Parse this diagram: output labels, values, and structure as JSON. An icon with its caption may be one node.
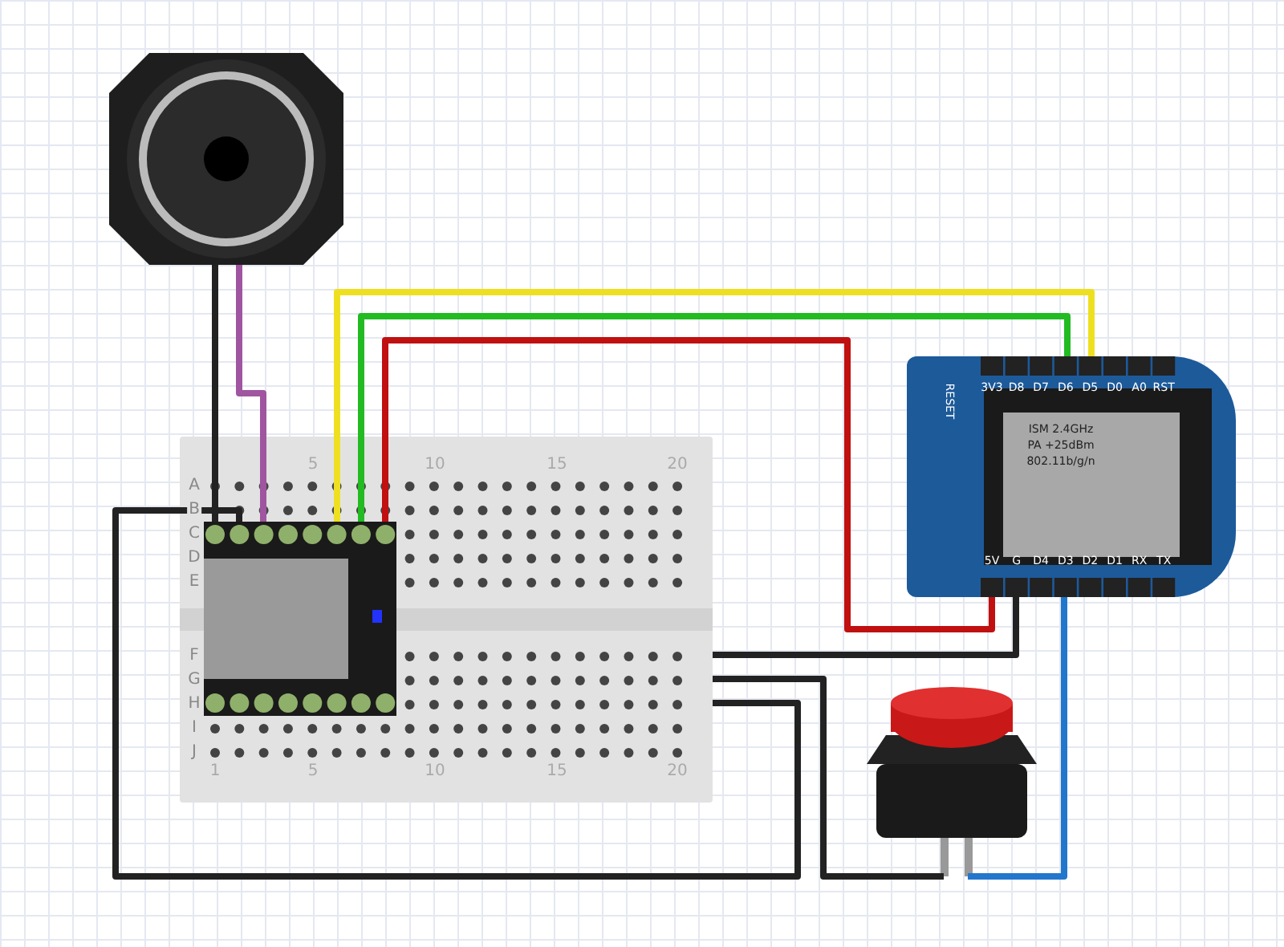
{
  "diagram": {
    "nodes": [
      {
        "text": [],
        "shape": "picture"
      },
      {
        "text": [],
        "shape": "box"
      },
      {
        "text": [],
        "shape": "picture",
        "in": 1
      },
      {
        "text": [],
        "shape": "picture"
      },
      {
        "text": [],
        "shape": "picture"
      }
    ],
    "edges": [
      {
        "from": 0,
        "to": 2,
        "arrow": "none",
        "color": "#222222"
      },
      {
        "from": 0,
        "to": 2,
        "arrow": "none",
        "color": "#a055a0"
      },
      {
        "from": 2,
        "to": 3,
        "arrow": "none",
        "color": "#eee020"
      },
      {
        "from": 2,
        "to": 3,
        "arrow": "none",
        "color": "#22bb22"
      },
      {
        "from": 2,
        "to": 3,
        "arrow": "none",
        "color": "#c01010"
      },
      {
        "from": 3,
        "to": 1,
        "arrow": "none",
        "color": "#222222"
      },
      {
        "from": 2,
        "to": 1,
        "arrow": "none",
        "color": "#222222"
      },
      {
        "from": 1,
        "to": 4,
        "arrow": "none",
        "color": "#222222"
      },
      {
        "from": 4,
        "to": 3,
        "arrow": "none",
        "color": "#2277cc"
      }
    ],
    "labels": [
      "5",
      "10",
      "15",
      "20",
      "A",
      "B",
      "C",
      "D",
      "E",
      "F",
      "G",
      "H",
      "I",
      "J",
      "1",
      "5",
      "10",
      "15",
      "20",
      "RESET",
      "3V3",
      "D8",
      "D7",
      "D6",
      "D5",
      "D0",
      "A0",
      "RST",
      "ISM 2.4GHz",
      "PA +25dBm",
      "802.11b/g/n",
      "5V",
      "G",
      "D4",
      "D3",
      "D2",
      "D1",
      "RX",
      "TX"
    ]
  }
}
